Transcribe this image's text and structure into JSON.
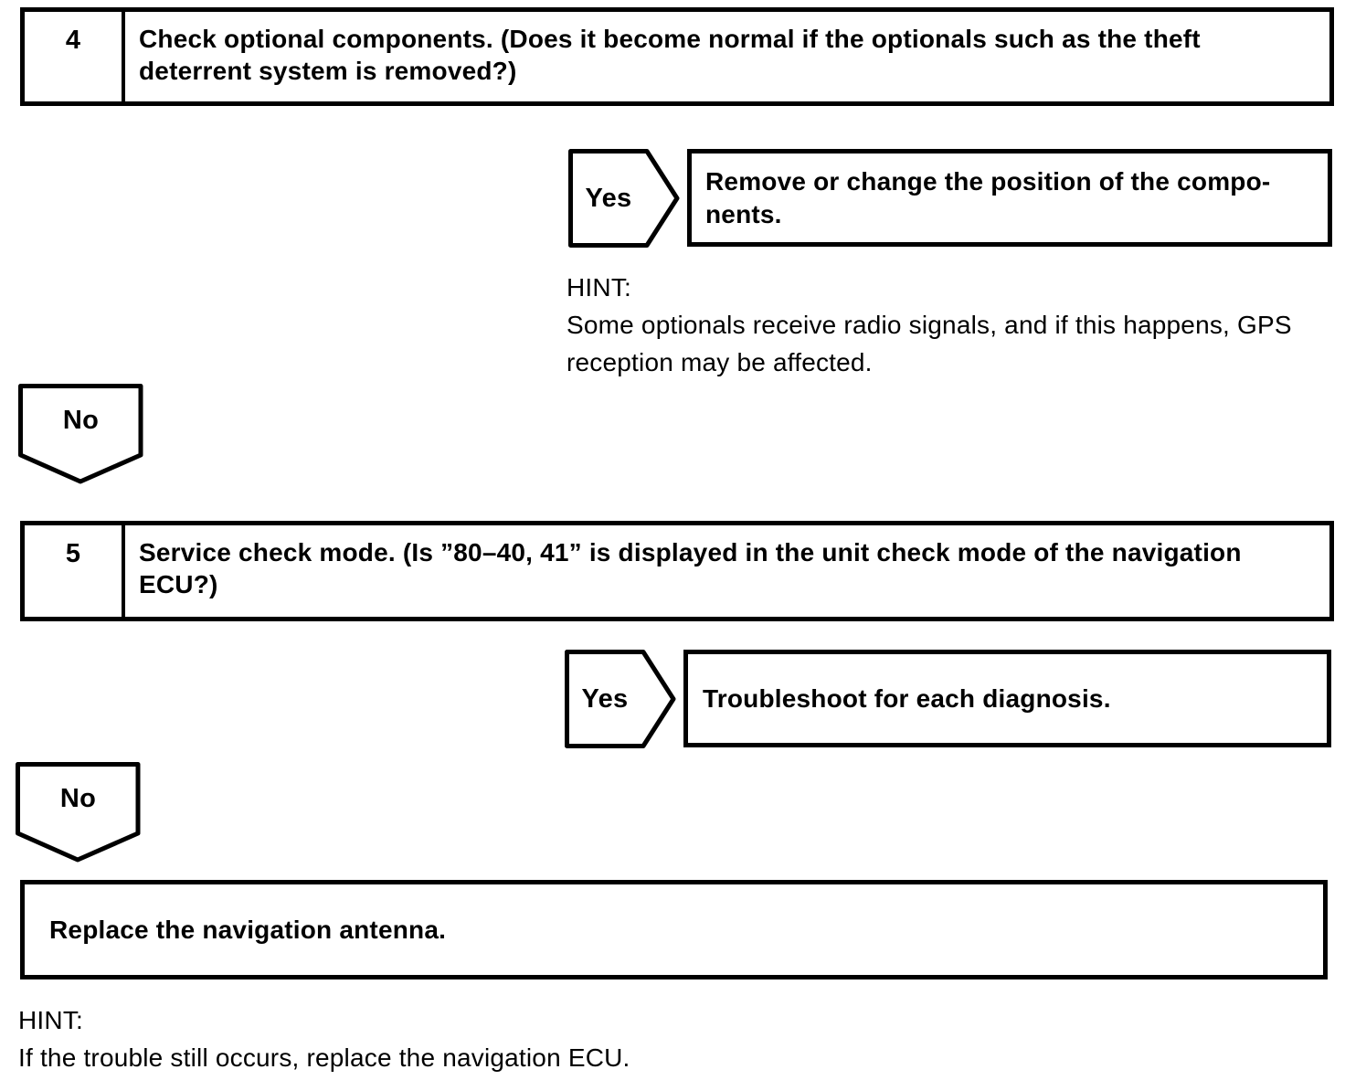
{
  "colors": {
    "ink": "#000000",
    "paper": "#ffffff"
  },
  "flow": {
    "step4": {
      "number": "4",
      "question": "Check optional components. (Does it become normal if the optionals such as the theft deterrent system is removed?)",
      "yes": {
        "label": "Yes",
        "action_line1": "Remove or change the position of the compo-",
        "action_line2": "nents."
      },
      "hint": {
        "label": "HINT:",
        "body": "Some optionals receive radio signals, and if this happens, GPS reception may be affected."
      },
      "no": {
        "label": "No"
      }
    },
    "step5": {
      "number": "5",
      "question": "Service check mode. (Is ”80–40, 41” is displayed in the unit check mode of the navigation ECU?)",
      "yes": {
        "label": "Yes",
        "action": "Troubleshoot for each diagnosis."
      },
      "no": {
        "label": "No"
      }
    },
    "final": {
      "action": "Replace the navigation antenna.",
      "hint": {
        "label": "HINT:",
        "body": "If the trouble still occurs, replace the navigation ECU."
      }
    }
  }
}
